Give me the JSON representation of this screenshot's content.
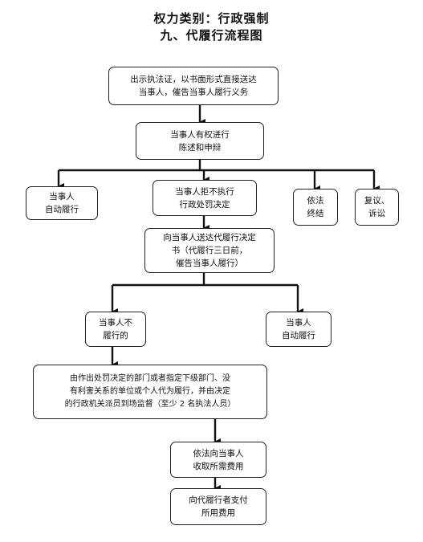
{
  "title": {
    "line1": "权力类别：行政强制",
    "line2": "九、代履行流程图"
  },
  "nodes": {
    "show_certificate": "出示执法证，以书面形式直接送达\n当事人，催告当事人履行义务",
    "statement_defense": "当事人有权进行\n陈述和申辩",
    "self_perform_1": "当事人\n自动履行",
    "refuse_execute": "当事人拒不执行\n行政处罚决定",
    "close_case": "依法\n终结",
    "review_litigation": "复议、\n诉讼",
    "deliver_decision": "向当事人送达代履行决定\n书（代履行三日前，\n催告当事人履行）",
    "not_perform": "当事人不\n履行的",
    "self_perform_2": "当事人\n自动履行",
    "designate_perform": "由作出处罚决定的部门或者指定下级部门、没\n有利害关系的单位或个人代为履行，并由决定\n的行政机关派员到场监督（至少 2 名执法人员）",
    "collect_fees": "依法向当事人\n收取所需费用",
    "pay_fees": "向代履行者支付\n所用费用"
  }
}
